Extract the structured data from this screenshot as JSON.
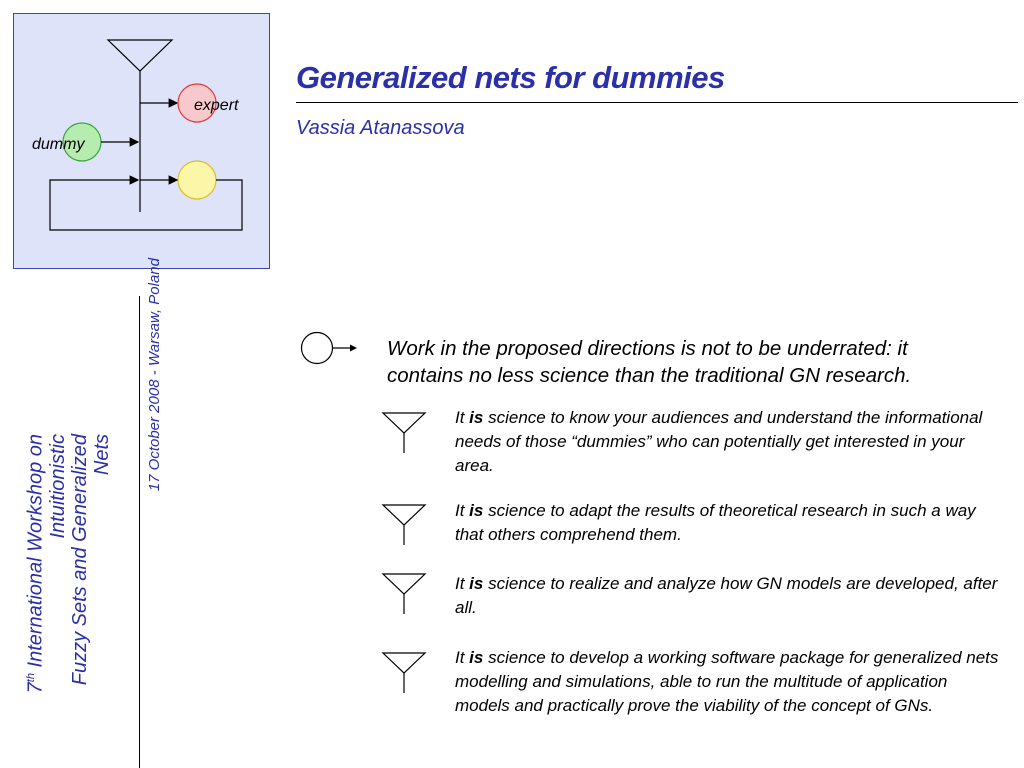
{
  "logo": {
    "label_expert": "expert",
    "label_dummy": "dummy",
    "colors": {
      "expert": "#f7c9cc",
      "dummy": "#b6ecb0",
      "plain": "#fbf6a8",
      "panel": "#dfe3fa"
    }
  },
  "slide": {
    "title": "Generalized nets for dummies",
    "author": "Vassia Atanassova"
  },
  "sidebar": {
    "event_ordinal": "7",
    "event_superscript": "th",
    "event_line1_rest": " International Workshop on Intuitionistic",
    "event_line2": "Fuzzy Sets and Generalized Nets",
    "date_place": "17 October 2008 - Warsaw, Poland"
  },
  "content": {
    "lead_icon": "place-arrow-icon",
    "lead_text": "Work in the proposed directions is not to be underrated: it contains no less science than the traditional GN research.",
    "bullet_icon": "transition-icon",
    "bullets": [
      {
        "prefix": "It ",
        "emph": "is",
        "rest": " science to know your audiences and understand the informational needs of those “dummies” who can potentially get interested in your area."
      },
      {
        "prefix": "It ",
        "emph": "is",
        "rest": " science to adapt the results of theoretical research in such a way that others comprehend them."
      },
      {
        "prefix": "It ",
        "emph": "is",
        "rest": " science to realize and analyze how GN models are developed, after all."
      },
      {
        "prefix": "It ",
        "emph": "is",
        "rest": " science to develop a working software package for generalized nets modelling and simulations, able to run the multitude of application models and practically prove the viability of the concept of GNs."
      }
    ]
  },
  "colors": {
    "accent": "#2b2fa8"
  }
}
